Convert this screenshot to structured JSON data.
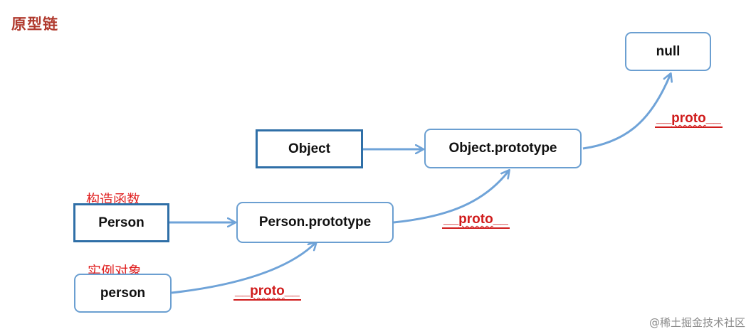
{
  "title": "原型链",
  "nodes": {
    "null_node": "null",
    "object": "Object",
    "object_prototype": "Object.prototype",
    "person": "Person",
    "person_prototype": "Person.prototype",
    "person_instance": "person"
  },
  "labels": {
    "constructor": "构造函数",
    "instance": "实例对象",
    "proto_prefix": "__",
    "proto_word": "proto",
    "proto_suffix": "__"
  },
  "watermark": "@稀土掘金技术社区",
  "colors": {
    "title": "#b03a2e",
    "red_text": "#e02020",
    "proto_text": "#d01c1c",
    "box_border_dark": "#2f6fa7",
    "box_border_light": "#6b9fd1",
    "arrow": "#6fa3d8"
  }
}
